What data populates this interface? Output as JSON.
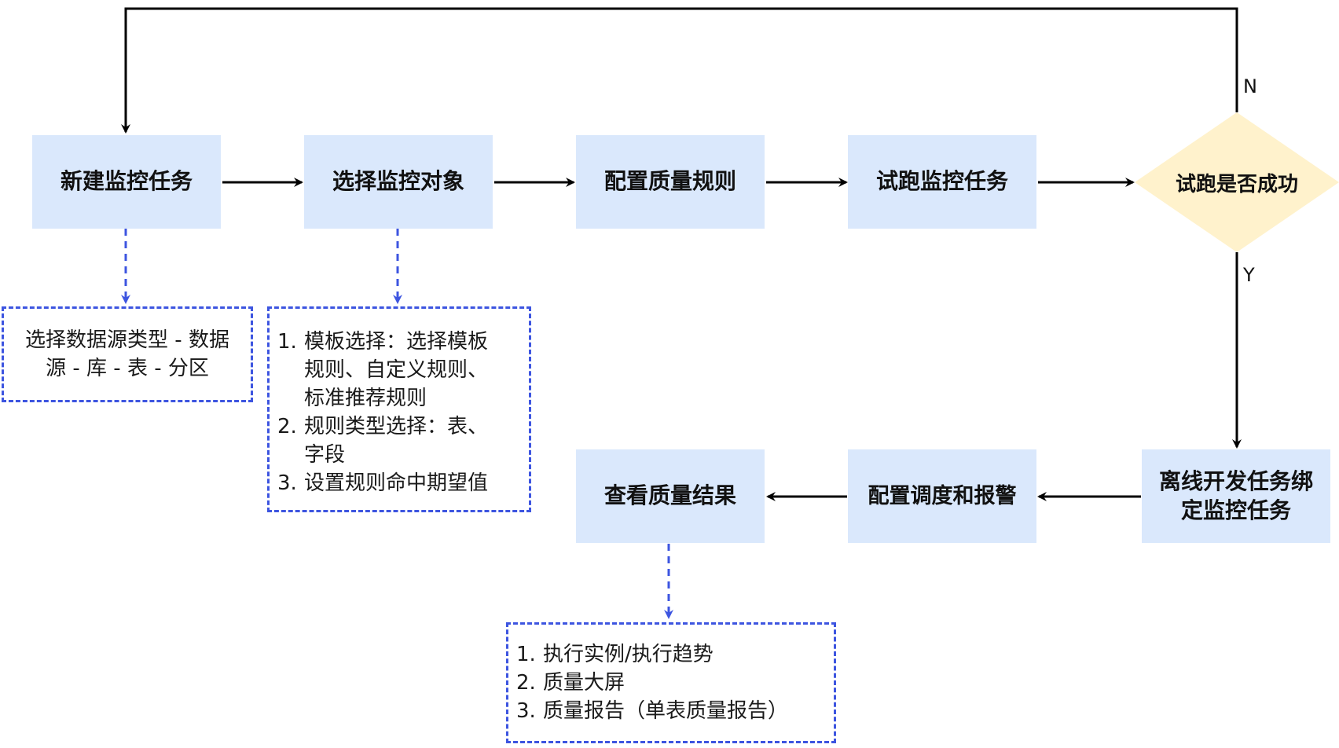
{
  "nodes": {
    "new_task": "新建监控任务",
    "select_object": "选择监控对象",
    "config_rules": "配置质量规则",
    "trial_run": "试跑监控任务",
    "trial_decision": "试跑是否成功",
    "bind_offline": "离线开发任务绑\n定监控任务",
    "schedule_alarm": "配置调度和报警",
    "view_results": "查看质量结果"
  },
  "edge_labels": {
    "no": "N",
    "yes": "Y"
  },
  "notes": {
    "datasource": {
      "lines": [
        "选择数据源类型 - 数据",
        "源 - 库 - 表 - 分区"
      ]
    },
    "object_options": {
      "items": [
        {
          "num": "1.",
          "text": "模板选择：选择模板\n规则、自定义规则、\n标准推荐规则"
        },
        {
          "num": "2.",
          "text": "规则类型选择：表、\n字段"
        },
        {
          "num": "3.",
          "text": "设置规则命中期望值"
        }
      ]
    },
    "result_options": {
      "items": [
        {
          "num": "1.",
          "text": "执行实例/执行趋势"
        },
        {
          "num": "2.",
          "text": "质量大屏"
        },
        {
          "num": "3.",
          "text": "质量报告（单表质量报告）"
        }
      ]
    }
  },
  "colors": {
    "process_fill": "#dae8fc",
    "decision_fill": "#fff2cc",
    "note_border": "#3d55e0",
    "edge": "#000000"
  }
}
